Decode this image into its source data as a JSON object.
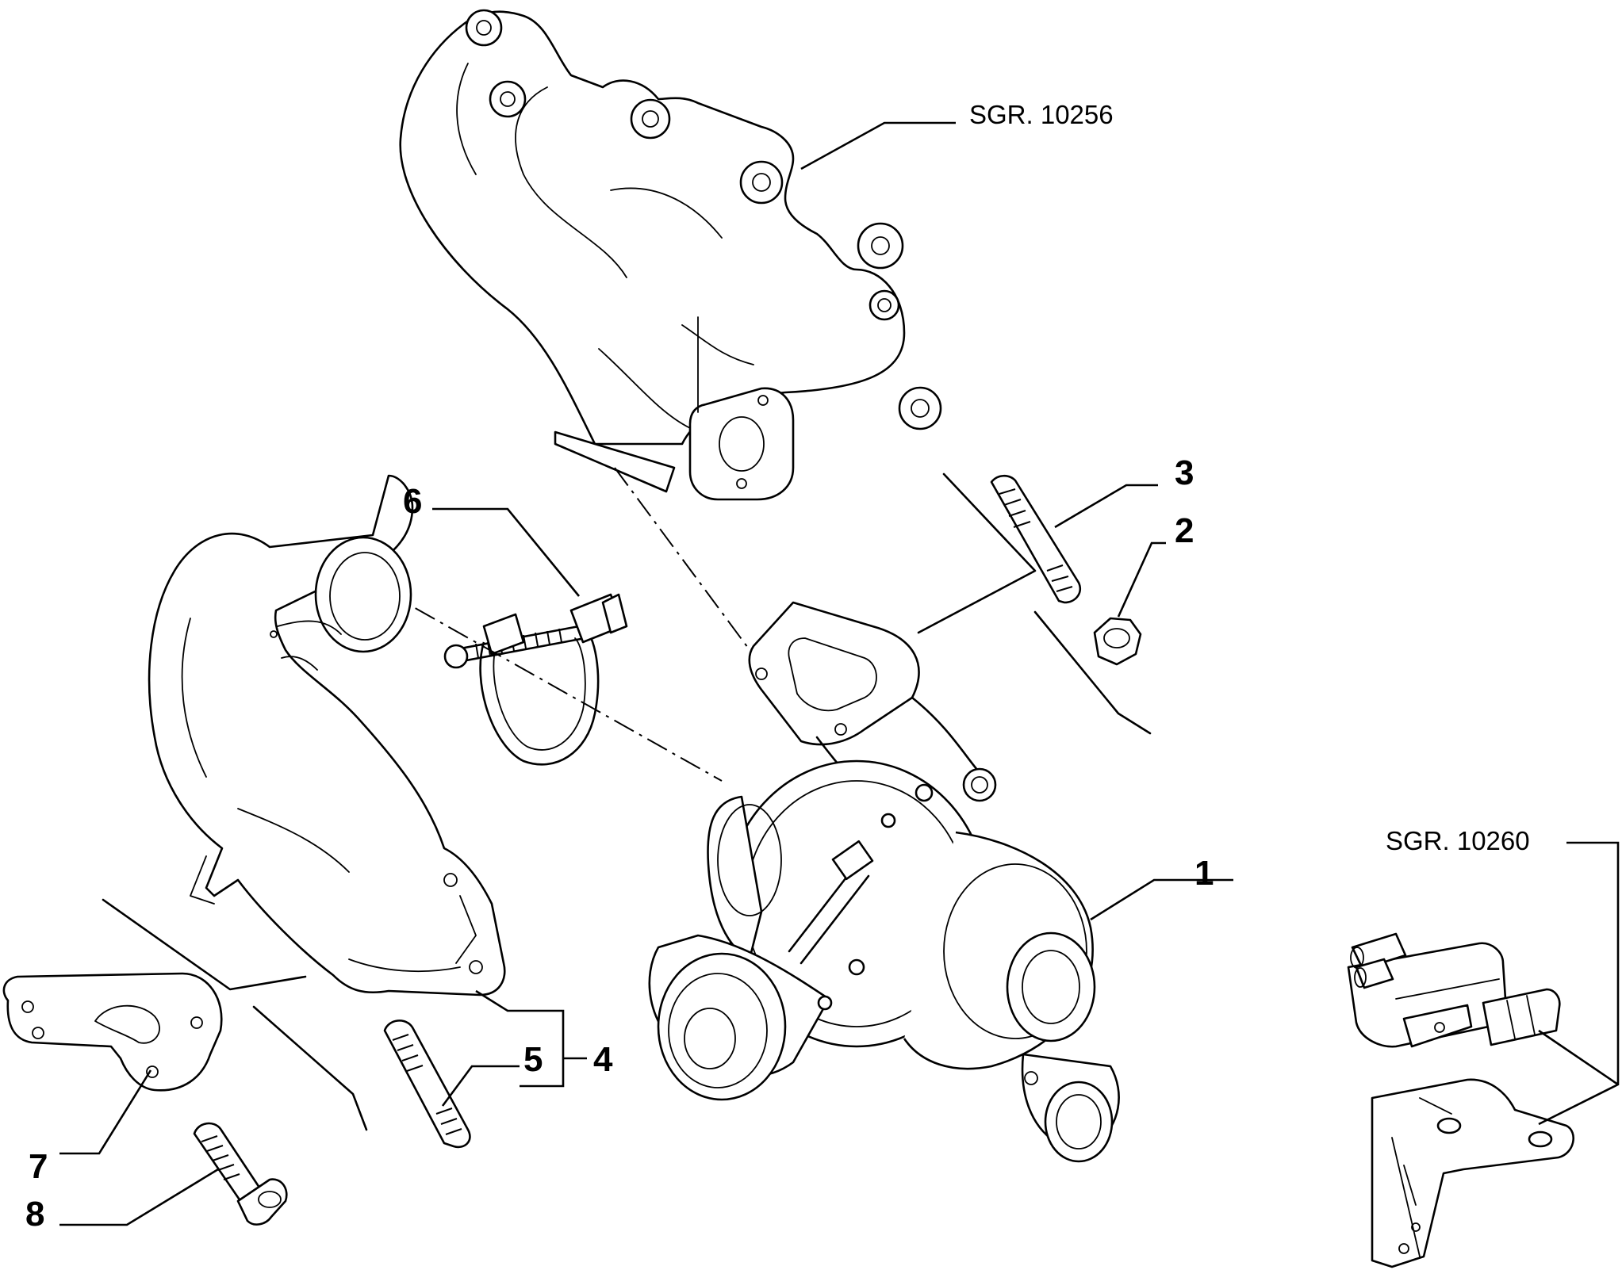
{
  "callouts": {
    "item_1": "1",
    "item_2": "2",
    "item_3": "3",
    "item_4": "4",
    "item_5": "5",
    "item_6": "6",
    "item_7": "7",
    "item_8": "8"
  },
  "references": {
    "exhaust_manifold": "SGR. 10256",
    "solenoid_valve_bracket": "SGR. 10260"
  }
}
